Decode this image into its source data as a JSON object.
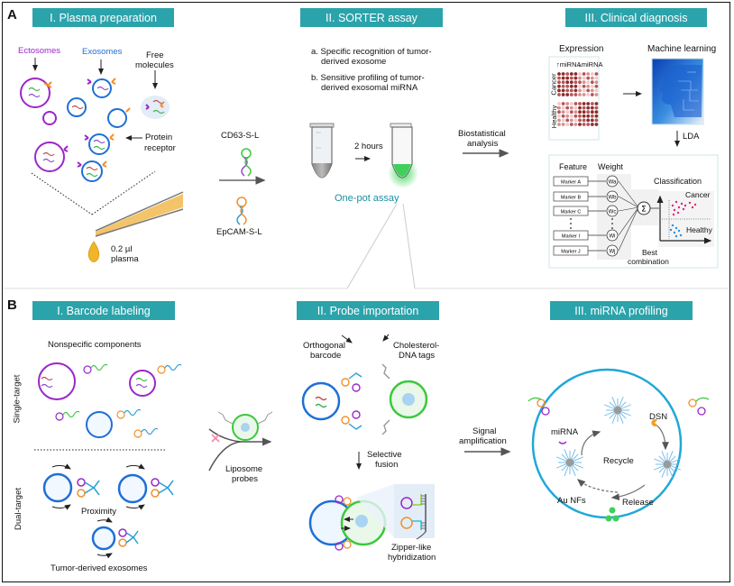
{
  "panelA": {
    "letter": "A",
    "section1": {
      "header": "I. Plasma preparation",
      "ectosomes": "Ectosomes",
      "exosomes": "Exosomes",
      "free_molecules_1": "Free",
      "free_molecules_2": "molecules",
      "protein_receptor_1": "Protein",
      "protein_receptor_2": "receptor",
      "volume_1": "0.2 µl",
      "volume_2": "plasma"
    },
    "probes": {
      "cd63": "CD63-S-L",
      "epcam": "EpCAM-S-L"
    },
    "section2": {
      "header": "II.  SORTER assay",
      "point_a_1": "a. Specific recognition of tumor-",
      "point_a_2": "derived exosome",
      "point_b_1": "b. Sensitive profiling of tumor-",
      "point_b_2": "derived exosomal miRNA",
      "duration": "2 hours",
      "one_pot": "One-pot assay",
      "biostat_1": "Biostatistical",
      "biostat_2": "analysis"
    },
    "section3": {
      "header": "III. Clinical diagnosis",
      "expression": "Expression",
      "machine_learning": "Machine learning",
      "up_mirna": "↑miRNA",
      "down_mirna": "↓miRNA",
      "cancer": "Cancer",
      "healthy": "Healthy",
      "lda": "LDA",
      "feature": "Feature",
      "weight": "Weight",
      "classification": "Classification",
      "class_cancer": "Cancer",
      "class_healthy": "Healthy",
      "best_1": "Best",
      "best_2": "combination",
      "markers": [
        "Marker A",
        "Marker B",
        "Marker C",
        "Marker I",
        "Marker J"
      ],
      "weights": [
        "Wa",
        "Wb",
        "Wc",
        "Wi",
        "Wj"
      ],
      "sum": "Σ"
    }
  },
  "panelB": {
    "letter": "B",
    "section1": {
      "header": "I. Barcode labeling",
      "nonspecific": "Nonspecific components",
      "single_target": "Single-target",
      "dual_target": "Dual-target",
      "proximity": "Proximity",
      "tumor_exosomes": "Tumor-derived exosomes"
    },
    "liposome_1": "Liposome",
    "liposome_2": "probes",
    "section2": {
      "header": "II. Probe importation",
      "orthogonal_1": "Orthogonal",
      "orthogonal_2": "barcode",
      "cholesterol_1": "Cholesterol-",
      "cholesterol_2": "DNA tags",
      "selective_1": "Selective",
      "selective_2": "fusion",
      "zipper_1": "Zipper-like",
      "zipper_2": "hybridization"
    },
    "signal_1": "Signal",
    "signal_2": "amplification",
    "section3": {
      "header": "III. miRNA profiling",
      "mirna": "miRNA",
      "dsn": "DSN",
      "recycle": "Recycle",
      "au_nfs": "Au NFs",
      "release": "Release"
    }
  },
  "colors": {
    "header_teal": "#2ba3ab",
    "ectosome_purple": "#9b27c9",
    "exosome_blue": "#1f6fd6",
    "liposome_green": "#3cc83c",
    "orange": "#f0902a",
    "cyan_circle": "#1fa8d8",
    "one_pot_text": "#1c8fa3"
  }
}
